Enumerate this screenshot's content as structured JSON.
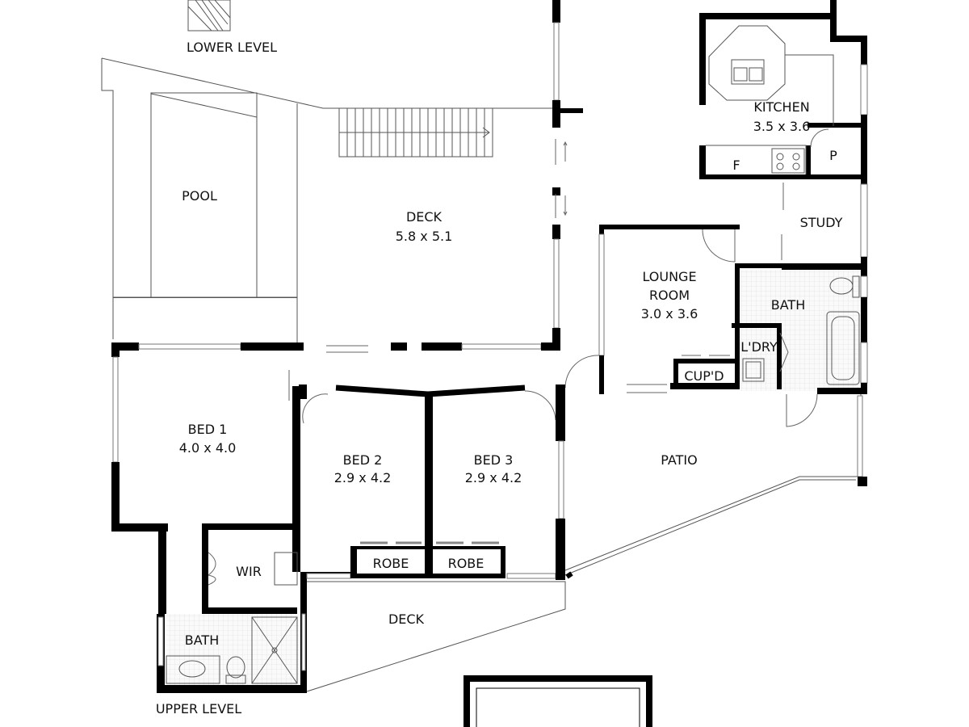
{
  "plan": {
    "level_labels": {
      "lower": "LOWER LEVEL",
      "upper": "UPPER LEVEL"
    },
    "rooms": {
      "pool": {
        "name": "POOL"
      },
      "deck_main": {
        "name": "DECK",
        "dims": "5.8 x 5.1"
      },
      "kitchen": {
        "name": "KITCHEN",
        "dims": "3.5 x 3.6"
      },
      "fridge": {
        "name": "F"
      },
      "pantry": {
        "name": "P"
      },
      "study": {
        "name": "STUDY"
      },
      "lounge": {
        "name_line1": "LOUNGE",
        "name_line2": "ROOM",
        "dims": "3.0 x 3.6"
      },
      "bath_main": {
        "name": "BATH"
      },
      "laundry": {
        "name": "L'DRY"
      },
      "cupboard": {
        "name": "CUP'D"
      },
      "bed1": {
        "name": "BED 1",
        "dims": "4.0 x 4.0"
      },
      "bed2": {
        "name": "BED 2",
        "dims": "2.9 x 4.2"
      },
      "bed3": {
        "name": "BED 3",
        "dims": "2.9 x 4.2"
      },
      "patio": {
        "name": "PATIO"
      },
      "robe_a": {
        "name": "ROBE"
      },
      "robe_b": {
        "name": "ROBE"
      },
      "wir": {
        "name": "WIR"
      },
      "deck_lower": {
        "name": "DECK"
      },
      "bath_ensuite": {
        "name": "BATH"
      }
    },
    "colors": {
      "wall": "#000000",
      "line": "#555555",
      "tile": "#dddddd"
    }
  }
}
